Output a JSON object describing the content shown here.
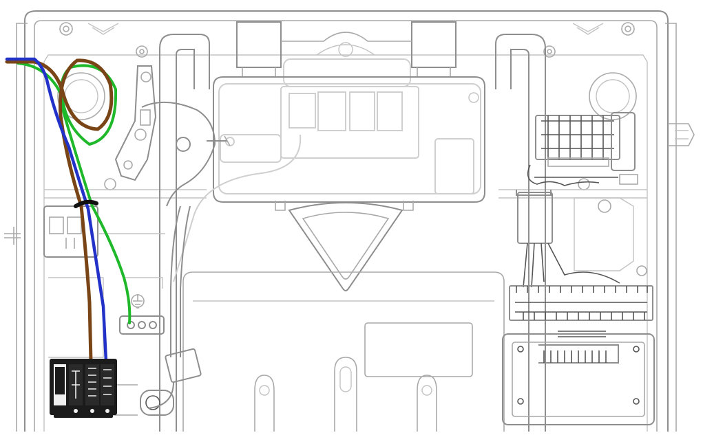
{
  "diagram": {
    "kind": "wiring installation illustration",
    "colors": {
      "background": "#ffffff",
      "housing_line": "#8e8e8e",
      "faded_line": "#cfcfcf",
      "wire_brown": "#7a4516",
      "wire_blue": "#2232c8",
      "wire_green": "#1fb82a",
      "terminal_block": "#1b1b1b"
    },
    "wires": [
      {
        "id": "live",
        "color_name": "brown"
      },
      {
        "id": "neutral",
        "color_name": "blue"
      },
      {
        "id": "earth",
        "color_name": "green"
      }
    ],
    "icons": [
      "housing-outline",
      "terminal-block",
      "control-module",
      "connector-strip",
      "heating-element-board",
      "cable-gland",
      "earth-terminal",
      "cable-tie"
    ]
  }
}
